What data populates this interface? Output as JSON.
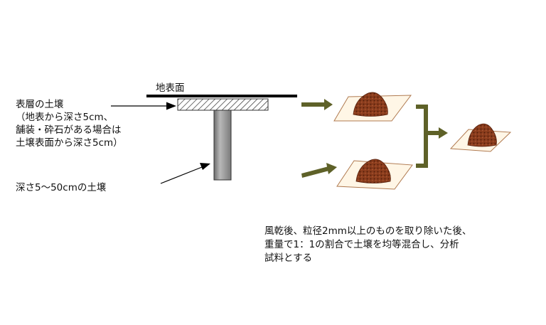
{
  "labels": {
    "ground_surface": "地表面",
    "surface_soil": [
      "表層の土壌",
      "（地表から深さ5cm、",
      "舗装・砕石がある場合は",
      "土壌表面から深さ5cm）"
    ],
    "deep_soil": "深さ5～50cmの土壌",
    "procedure": [
      "風乾後、粒径2mm以上のものを取り除いた後、",
      "重量で1：1の割合で土壌を均等混合し、分析",
      "試料とする"
    ]
  },
  "colors": {
    "arrow_olive": "#5e6128",
    "paper": "#fff6e6",
    "paper_edge": "#b07a50",
    "soil": "#8a3c1c",
    "pipe_gray": "#9e9e9e"
  }
}
